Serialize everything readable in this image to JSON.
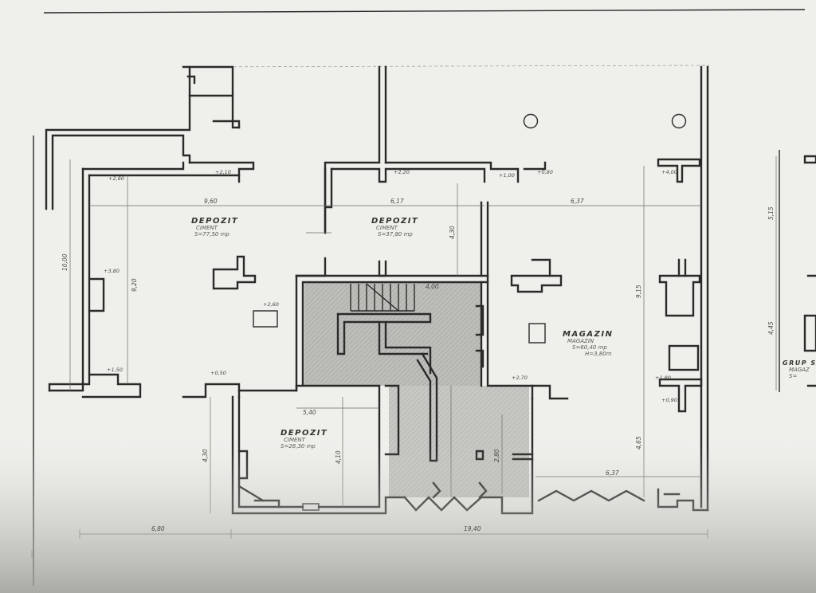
{
  "rooms": [
    {
      "title": "DEPOZIT",
      "line1": "CIMENT",
      "line2": "S=77,50 mp"
    },
    {
      "title": "DEPOZIT",
      "line1": "CIMENT",
      "line2": "S=37,80 mp"
    },
    {
      "title": "DEPOZIT",
      "line1": "CIMENT",
      "line2": "S=26,30 mp"
    },
    {
      "title": "MAGAZIN",
      "line1": "MAGAZIN",
      "line2": "S=60,40 mp",
      "line3": "H=3,80m"
    },
    {
      "title": "GRUP SAN",
      "line1": "MAGAZ",
      "line2": "S="
    }
  ],
  "dimensions": {
    "total_left": "6,80",
    "total_main": "19,40",
    "left_height": "10,00",
    "depozit1_width": "9,60",
    "depozit1_depth": "9,20",
    "lower_height": "4,30",
    "lower_inner": "4,10",
    "magazin_width": "6,37",
    "magazin_depth": "9,15",
    "magazin_lower": "4,65",
    "magazin_bottom": "6,37",
    "right_top": "5,15",
    "right_mid": "4,45",
    "stair_width": "4,00",
    "corridor": "5,40",
    "lower_right": "2,80",
    "depozit2_depth": "4,30",
    "depozit2_width": "6,17"
  },
  "elevations": [
    "+2,80",
    "+2,10",
    "+2,20",
    "+1,00",
    "+0,80",
    "+4,00",
    "+3,80",
    "+2,60",
    "+1,50",
    "+0,50",
    "+2,70",
    "+1,80",
    "+0,90"
  ]
}
